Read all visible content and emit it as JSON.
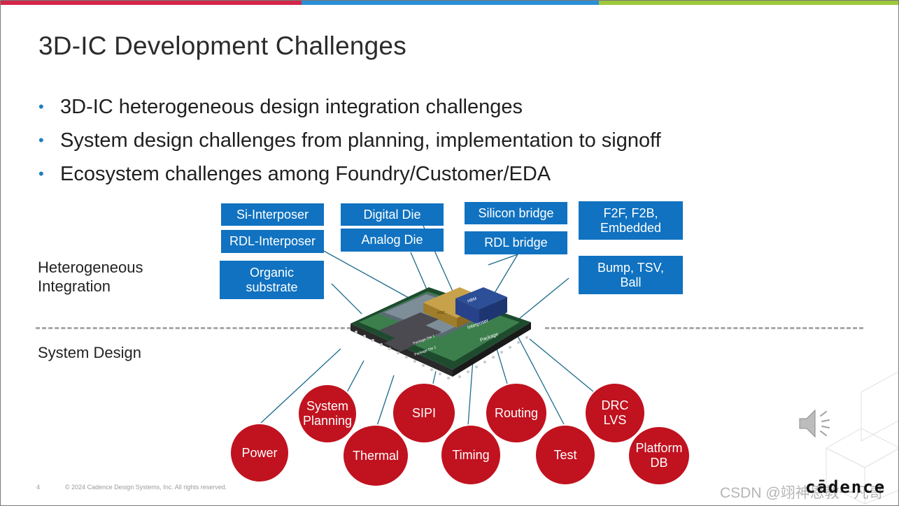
{
  "slide": {
    "title": "3D-IC Development Challenges",
    "bullets": [
      "3D-IC heterogeneous design integration challenges",
      "System design challenges from planning, implementation to signoff",
      "Ecosystem challenges among Foundry/Customer/EDA"
    ],
    "section_top_label": "Heterogeneous\nIntegration",
    "section_bottom_label": "System Design"
  },
  "integration_boxes": [
    "Si-Interposer",
    "RDL-Interposer",
    "Organic\nsubstrate",
    "Digital Die",
    "Analog Die",
    "Silicon bridge",
    "RDL bridge",
    "F2F, F2B,\nEmbedded",
    "Bump, TSV,\nBall"
  ],
  "system_design_circles": [
    "Power",
    "System\nPlanning",
    "Thermal",
    "SIPI",
    "Timing",
    "Routing",
    "Test",
    "DRC\nLVS",
    "Platform\nDB"
  ],
  "chip_labels": {
    "hbm": "HBM",
    "interposer": "Interposer",
    "package": "Package",
    "package_die_1": "Package Die 1",
    "package_die_2": "Package Die 2",
    "asic": "ASIC"
  },
  "footer": {
    "page_number": "4",
    "copyright": "© 2024 Cadence Design Systems, Inc. All rights reserved.",
    "logo": "cādence",
    "watermark": "CSDN @翊神恩教一凡哥"
  },
  "colors": {
    "box_blue": "#1072c0",
    "circle_red": "#c1121f",
    "bullet_blue": "#1f7ec2",
    "line_teal": "#1b6a8a"
  },
  "icons": {
    "speaker": "speaker-icon"
  }
}
